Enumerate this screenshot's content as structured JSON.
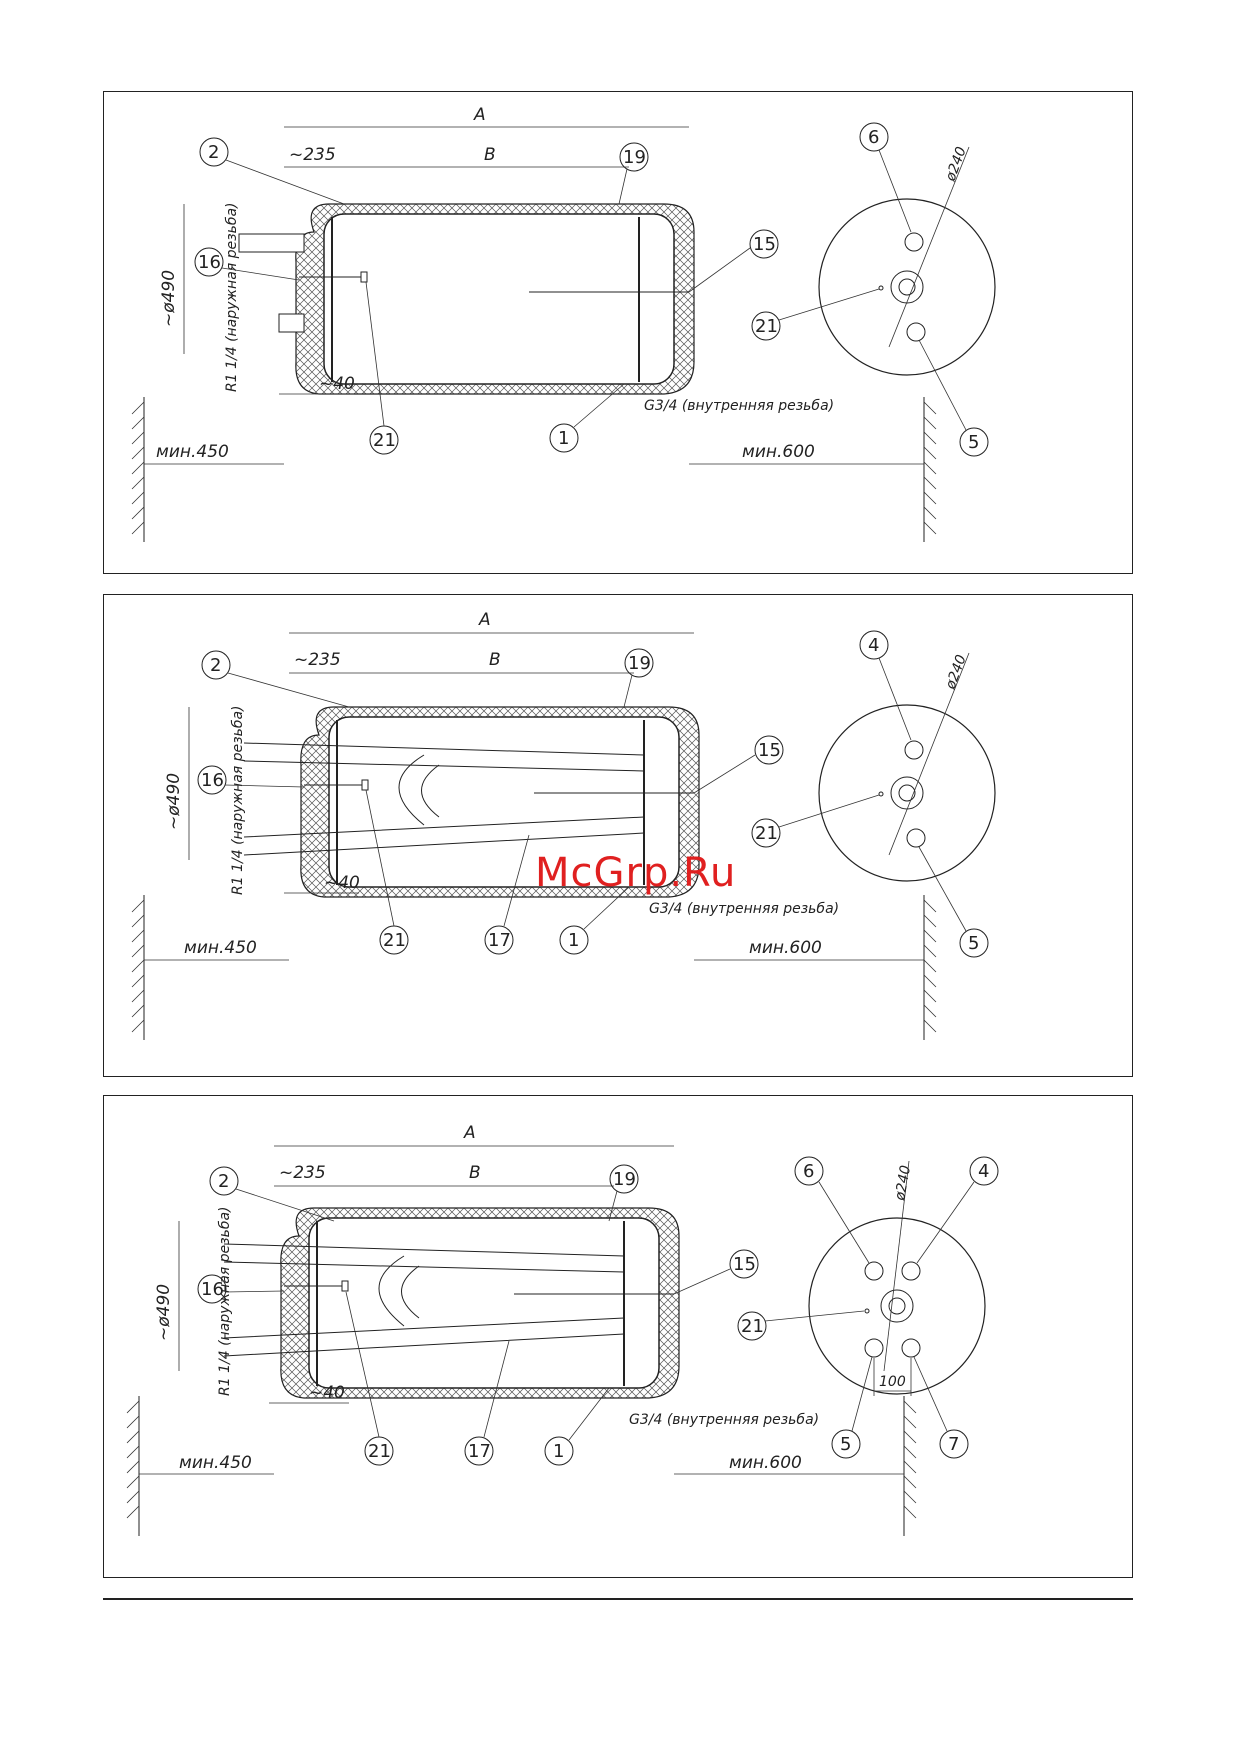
{
  "panels": [
    {
      "dims": {
        "A": "A",
        "B": "B",
        "d235": "~235",
        "d490": "~ø490",
        "d40": "~40",
        "min450": "мин.450",
        "min600": "мин.600",
        "d240": "ø240"
      },
      "thread_left": "R1 1/4 (наружная резьба)",
      "thread_right": "G3/4 (внутренняя резьба)",
      "callouts": [
        "2",
        "16",
        "21",
        "1",
        "19",
        "15"
      ],
      "end_view_callouts": [
        "6",
        "21",
        "5"
      ]
    },
    {
      "dims": {
        "A": "A",
        "B": "B",
        "d235": "~235",
        "d490": "~ø490",
        "d40": "~40",
        "min450": "мин.450",
        "min600": "мин.600",
        "d240": "ø240"
      },
      "thread_left": "R1 1/4 (наружная резьба)",
      "thread_right": "G3/4 (внутренняя резьба)",
      "callouts": [
        "2",
        "16",
        "21",
        "17",
        "1",
        "19",
        "15"
      ],
      "end_view_callouts": [
        "4",
        "21",
        "5"
      ]
    },
    {
      "dims": {
        "A": "A",
        "B": "B",
        "d235": "~235",
        "d490": "~ø490",
        "d40": "~40",
        "min450": "мин.450",
        "min600": "мин.600",
        "d240": "ø240",
        "d100": "100"
      },
      "thread_left": "R1 1/4 (наружная резьба)",
      "thread_right": "G3/4 (внутренняя резьба)",
      "callouts": [
        "2",
        "16",
        "21",
        "17",
        "1",
        "19",
        "15"
      ],
      "end_view_callouts": [
        "6",
        "4",
        "21",
        "5",
        "7"
      ]
    }
  ],
  "watermark": "McGrp.Ru",
  "colors": {
    "line": "#222222",
    "watermark": "#e02020"
  }
}
